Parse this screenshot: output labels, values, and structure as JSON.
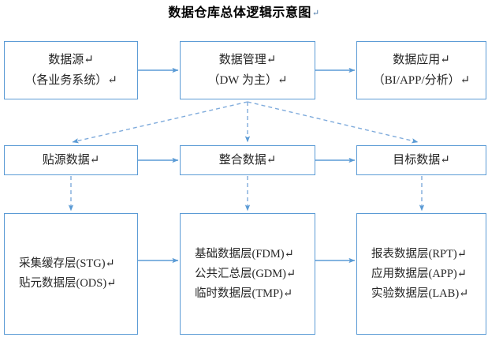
{
  "title": {
    "text": "数据仓库总体逻辑示意图",
    "mark": "↵"
  },
  "colors": {
    "box_border": "#5b9bd5",
    "connector_solid": "#5b9bd5",
    "connector_dashed": "#7fabdc",
    "text": "#262626",
    "title_text": "#000000",
    "background": "#ffffff"
  },
  "diagram": {
    "type": "flow-diagram",
    "rows": [
      {
        "name": "row-1-overview",
        "boxes": [
          {
            "id": "box-source",
            "lines": [
              "数据源↵",
              "（各业务系统）↵"
            ]
          },
          {
            "id": "box-manage",
            "lines": [
              "数据管理↵",
              "（DW 为主）↵"
            ]
          },
          {
            "id": "box-app",
            "lines": [
              "数据应用↵",
              "（BI/APP/分析）↵"
            ]
          }
        ]
      },
      {
        "name": "row-2-data-stages",
        "boxes": [
          {
            "id": "box-stage-src",
            "lines": [
              "贴源数据↵"
            ]
          },
          {
            "id": "box-integrate",
            "lines": [
              "整合数据↵"
            ]
          },
          {
            "id": "box-target",
            "lines": [
              "目标数据↵"
            ]
          }
        ]
      },
      {
        "name": "row-3-layers",
        "boxes": [
          {
            "id": "box-layer-left",
            "lines": [
              "采集缓存层(STG)↵",
              "贴元数据层(ODS)↵"
            ]
          },
          {
            "id": "box-layer-mid",
            "lines": [
              "基础数据层(FDM)↵",
              "公共汇总层(GDM)↵",
              "临时数据层(TMP)↵"
            ]
          },
          {
            "id": "box-layer-right",
            "lines": [
              "报表数据层(RPT)↵",
              "应用数据层(APP)↵",
              "实验数据层(LAB)↵"
            ]
          }
        ]
      }
    ],
    "connectors": [
      {
        "id": "arrow-source-to-manage",
        "style": "solid",
        "direction": "right"
      },
      {
        "id": "arrow-manage-to-app",
        "style": "solid",
        "direction": "right"
      },
      {
        "id": "arrow-manage-to-stage-src",
        "style": "dashed",
        "direction": "down-left"
      },
      {
        "id": "arrow-manage-to-integrate",
        "style": "dashed",
        "direction": "down"
      },
      {
        "id": "arrow-manage-to-target",
        "style": "dashed",
        "direction": "down-right"
      },
      {
        "id": "arrow-stage-src-to-integrate",
        "style": "solid",
        "direction": "right"
      },
      {
        "id": "arrow-integrate-to-target",
        "style": "solid",
        "direction": "right"
      },
      {
        "id": "arrow-stage-src-to-layer-left",
        "style": "dashed",
        "direction": "down"
      },
      {
        "id": "arrow-integrate-to-layer-mid",
        "style": "dashed",
        "direction": "down"
      },
      {
        "id": "arrow-target-to-layer-right",
        "style": "dashed",
        "direction": "down"
      },
      {
        "id": "arrow-layer-left-to-layer-mid",
        "style": "solid",
        "direction": "right"
      },
      {
        "id": "arrow-layer-mid-to-layer-right",
        "style": "solid",
        "direction": "right"
      }
    ]
  }
}
